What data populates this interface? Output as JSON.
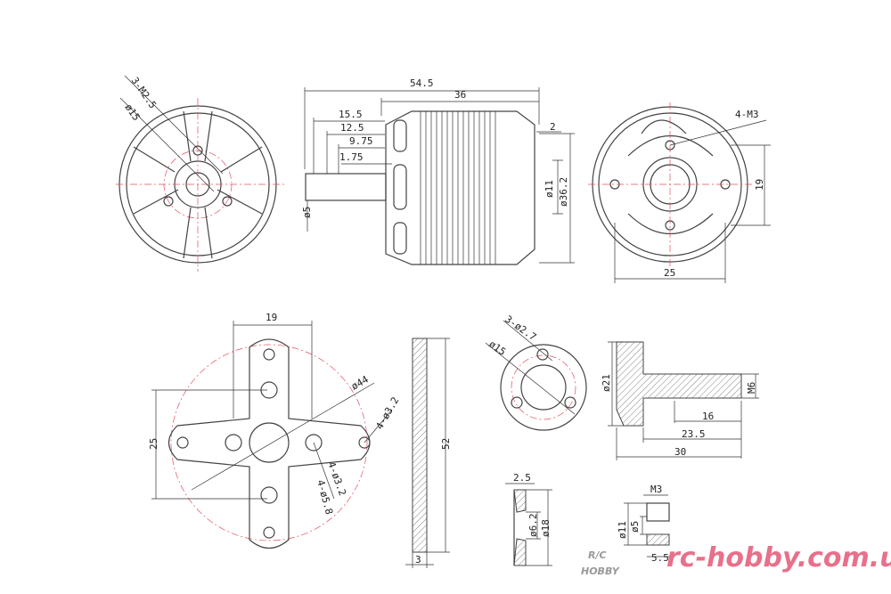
{
  "front_view": {
    "holes": "3-M2.5",
    "diameter": "ø15"
  },
  "side_view": {
    "overall_length": "54.5",
    "body_length": "36",
    "d1": "15.5",
    "d2": "12.5",
    "d3": "9.75",
    "d4": "1.75",
    "shaft": "ø5",
    "rear": "2",
    "hub": "ø11",
    "body_dia": "ø36.2"
  },
  "rear_view": {
    "holes": "4-M3",
    "vertical": "19",
    "horizontal": "25"
  },
  "mount_plate": {
    "width": "19",
    "circle": "ø44",
    "holes_outer": "4-ø3.2",
    "holes_inner": "4-ø3.2",
    "holes_large": "4-ø5.8",
    "height": "25"
  },
  "plate_side": {
    "length": "52",
    "thickness": "3"
  },
  "prop_adapter": {
    "holes": "3-ø2.7",
    "diameter": "ø15"
  },
  "prop_shaft": {
    "flange": "ø21",
    "thread": "M6",
    "l1": "16",
    "l2": "23.5",
    "l3": "30"
  },
  "washer": {
    "thickness": "2.5",
    "inner": "ø6.2",
    "outer": "ø18"
  },
  "nut": {
    "thread": "M3",
    "outer": "ø11",
    "inner": "ø5",
    "length": "5.5"
  },
  "watermark": {
    "logo_top": "R/C",
    "logo_bottom": "HOBBY",
    "site": "rc-hobby.com.ua"
  }
}
